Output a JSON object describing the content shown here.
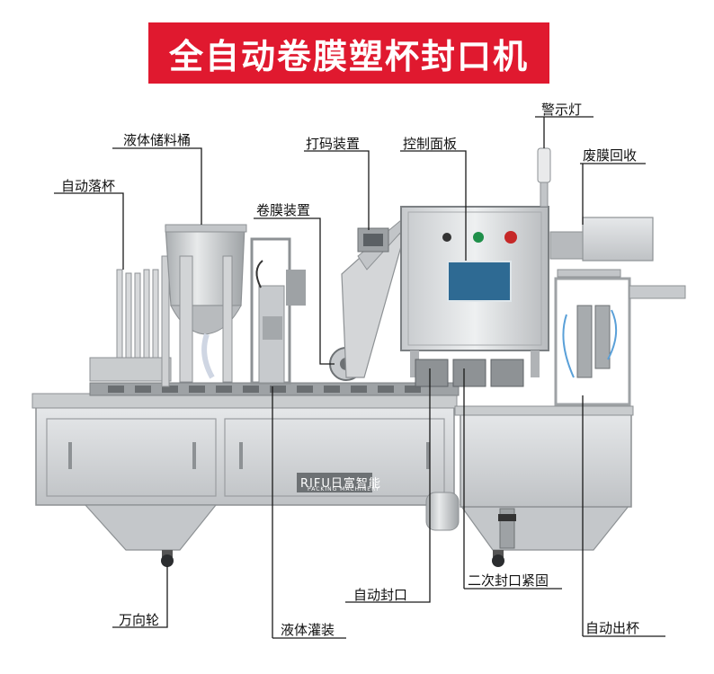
{
  "title": "全自动卷膜塑杯封口机",
  "colors": {
    "banner": "#e0192f",
    "steel_light": "#d4d6d8",
    "steel_mid": "#b9bcbf",
    "steel_dark": "#8d9194",
    "leader_line": "#1a1a1a",
    "screen": "#2e6a93"
  },
  "labels": {
    "liquid_tank": "液体储料桶",
    "auto_cup_drop": "自动落杯",
    "coding_device": "打码装置",
    "control_panel": "控制面板",
    "warning_light": "警示灯",
    "waste_film_recovery": "废膜回收",
    "film_roll_device": "卷膜装置",
    "auto_sealing": "自动封口",
    "secondary_sealing": "二次封口紧固",
    "casters": "万向轮",
    "liquid_filling": "液体灌装",
    "auto_cup_out": "自动出杯"
  },
  "branding": {
    "logo": "RIFU日富智能",
    "subtitle": "PACKING MACHINERY"
  }
}
